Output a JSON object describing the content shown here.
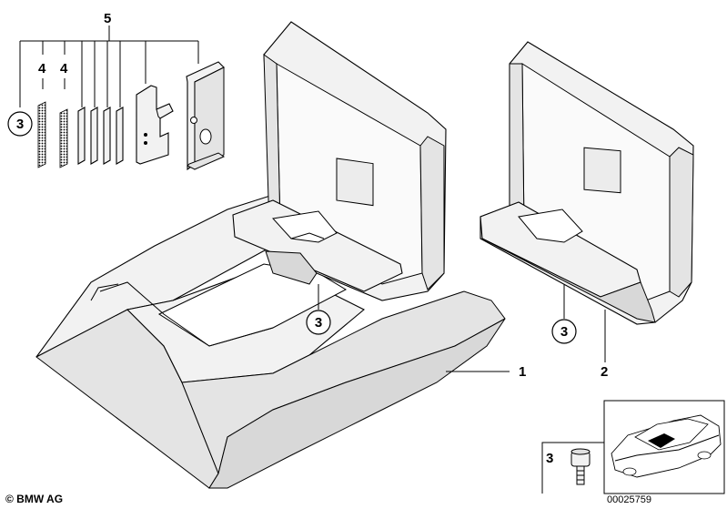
{
  "callouts": {
    "armrest_console": "1",
    "armrest_cover": "2",
    "screw_main": "3",
    "screw_cover": "3",
    "screw_left": "3",
    "screw_inset": "3",
    "insert_a": "4",
    "insert_b": "4",
    "repair_kit": "5"
  },
  "footer": {
    "copyright": "© BMW AG",
    "diagram_number": "00025759"
  }
}
